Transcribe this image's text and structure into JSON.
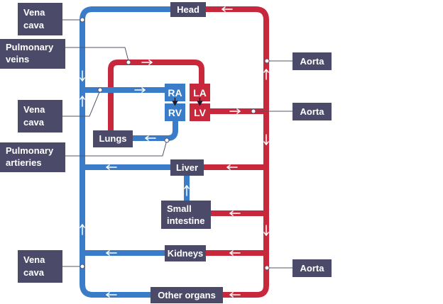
{
  "organs": {
    "head": "Head",
    "lungs": "Lungs",
    "liver": "Liver",
    "small_intestine": [
      "Small",
      "intestine"
    ],
    "kidneys": "Kidneys",
    "other_organs": "Other organs"
  },
  "heart": {
    "ra": "RA",
    "la": "LA",
    "rv": "RV",
    "lv": "LV"
  },
  "callouts": {
    "vena_cava_top": [
      "Vena",
      "cava"
    ],
    "pulmonary_veins": [
      "Pulmonary",
      "veins"
    ],
    "vena_cava_mid": [
      "Vena",
      "cava"
    ],
    "pulmonary_artieries": [
      "Pulmonary",
      "artieries"
    ],
    "vena_cava_bottom": [
      "Vena",
      "cava"
    ],
    "aorta_top": "Aorta",
    "aorta_mid": "Aorta",
    "aorta_bottom": "Aorta"
  },
  "colors": {
    "deoxygenated": "#3a7cc7",
    "oxygenated": "#c8283c",
    "label_box": "#4c4a69",
    "leader_line": "#555566",
    "arrow": "#ffffff"
  }
}
